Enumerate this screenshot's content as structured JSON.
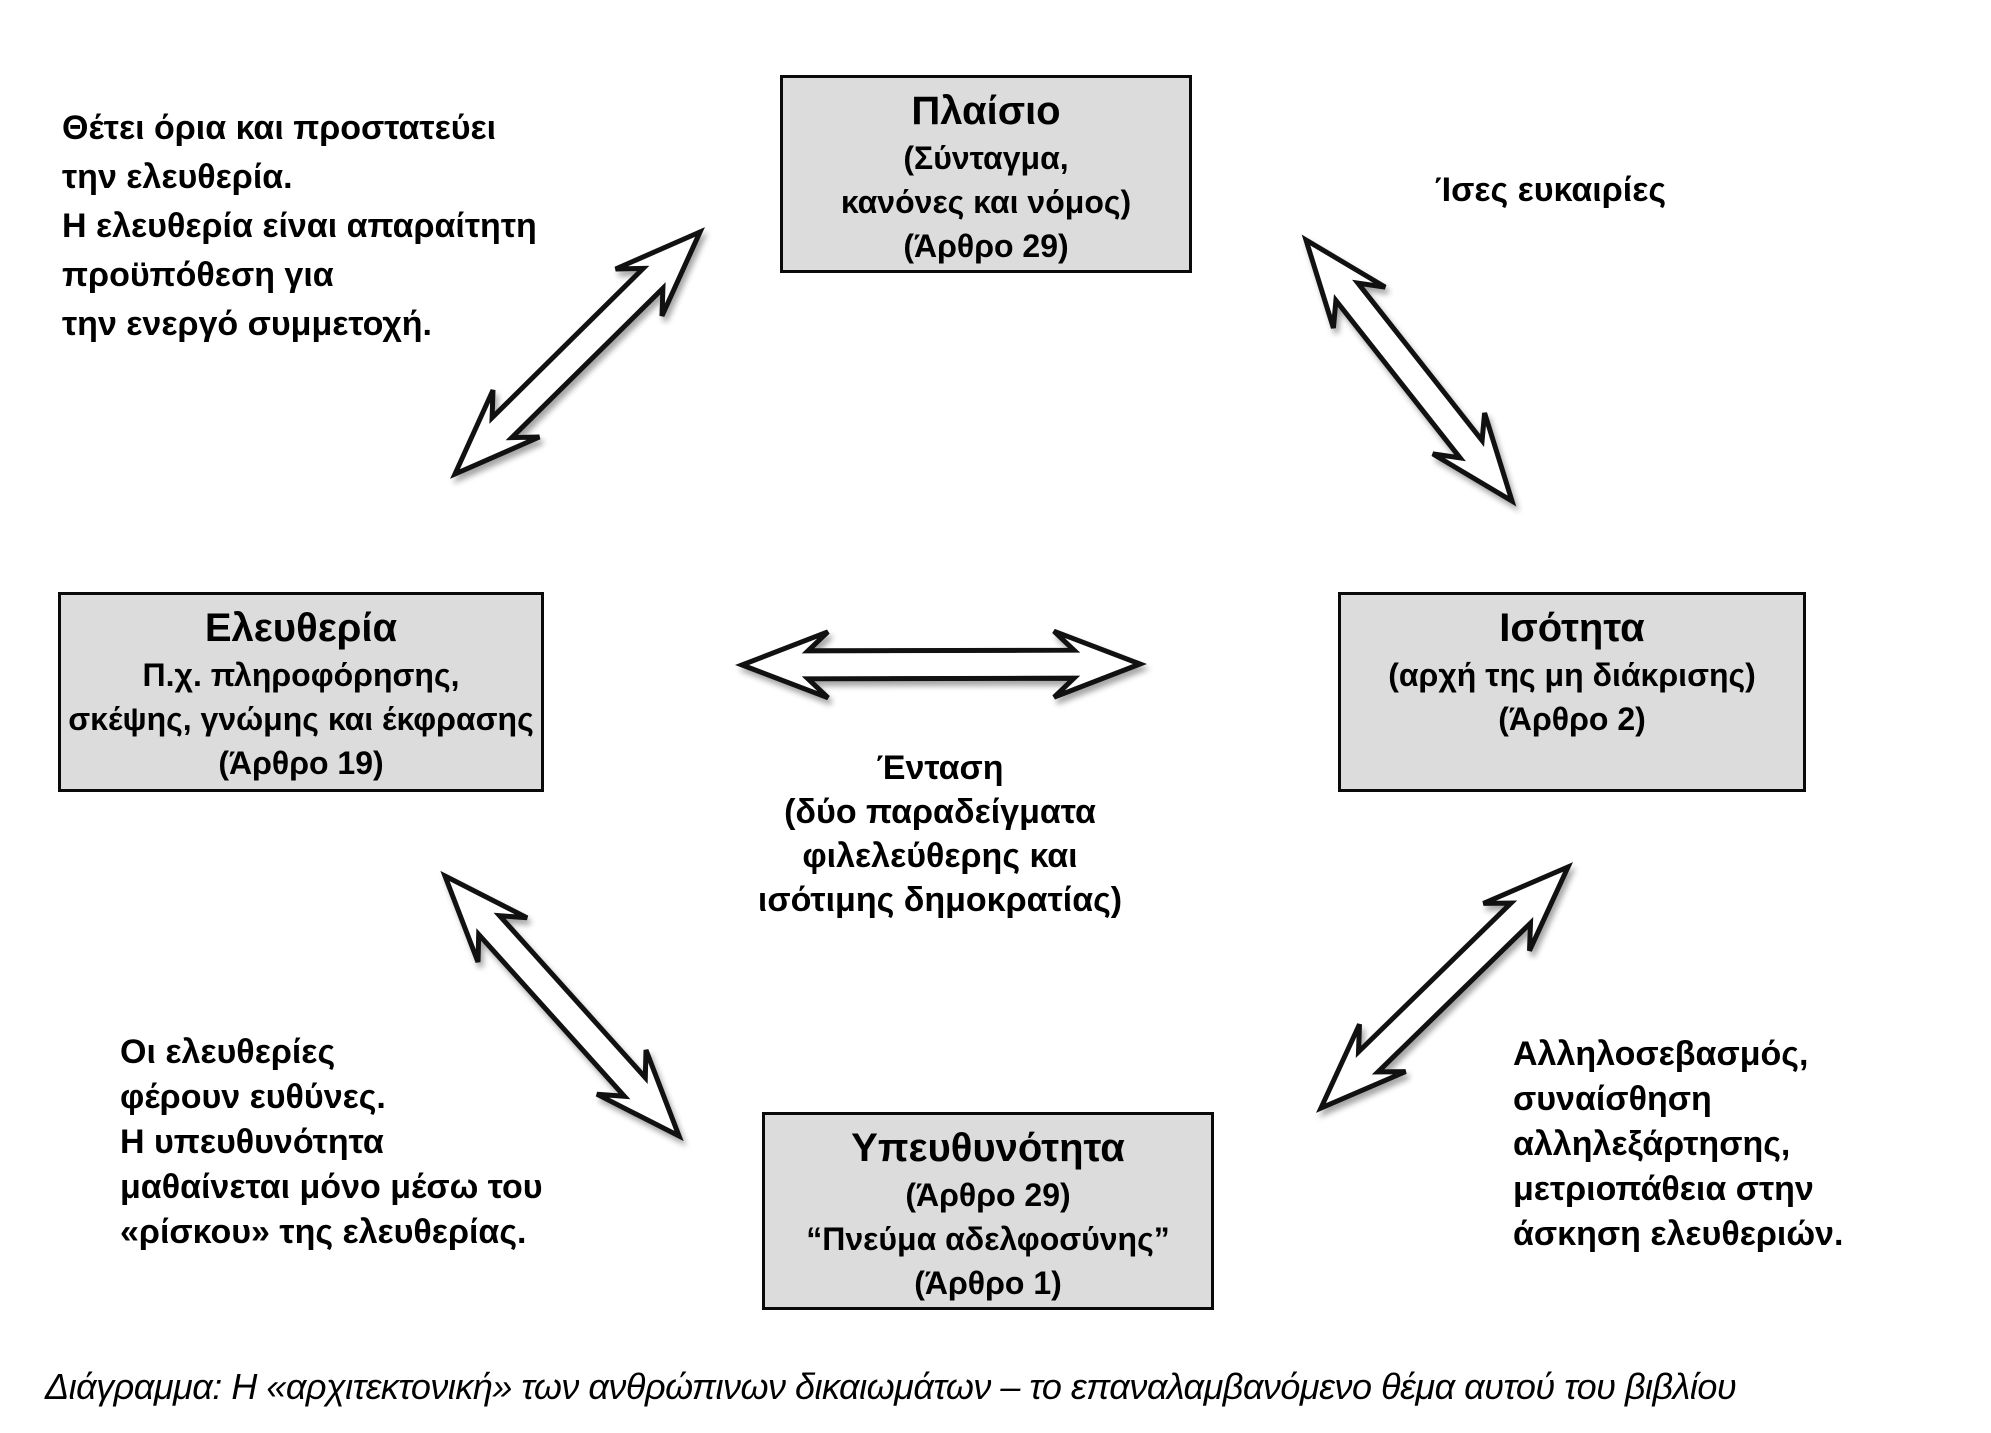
{
  "diagram": {
    "boxes": {
      "top": {
        "title": "Πλαίσιο",
        "lines": [
          "(Σύνταγμα,",
          "κανόνες και νόμος)",
          "(Άρθρο 29)"
        ]
      },
      "left": {
        "title": "Ελευθερία",
        "lines": [
          "Π.χ. πληροφόρησης,",
          "σκέψης, γνώμης και έκφρασης",
          "(Άρθρο 19)"
        ]
      },
      "right": {
        "title": "Ισότητα",
        "lines": [
          "(αρχή της μη διάκρισης)",
          "(Άρθρο 2)"
        ]
      },
      "bottom": {
        "title": "Υπευθυνότητα",
        "lines": [
          "(Άρθρο 29)",
          "“Πνεύμα αδελφοσύνης”",
          "(Άρθρο 1)"
        ]
      }
    },
    "annotations": {
      "top_left": {
        "lines": [
          "Θέτει όρια και προστατεύει",
          "την ελευθερία.",
          "Η ελευθερία είναι απαραίτητη",
          "προϋπόθεση για",
          "την ενεργό συμμετοχή."
        ]
      },
      "top_right": {
        "lines": [
          "Ίσες ευκαιρίες"
        ]
      },
      "center": {
        "lines": [
          "Ένταση",
          "(δύο παραδείγματα",
          "φιλελεύθερης και",
          "ισότιμης δημοκρατίας)"
        ]
      },
      "bottom_left": {
        "lines": [
          "Οι ελευθερίες",
          "φέρουν ευθύνες.",
          "Η υπευθυνότητα",
          "μαθαίνεται μόνο μέσω του",
          "«ρίσκου» της ελευθερίας."
        ]
      },
      "bottom_right": {
        "lines": [
          "Αλληλοσεβασμός,",
          "συναίσθηση",
          "αλληλεξάρτησης,",
          "μετριοπάθεια στην",
          "άσκηση ελευθεριών."
        ]
      }
    },
    "caption": "Διάγραμμα: Η «αρχιτεκτονική» των ανθρώπινων δικαιωμάτων – το επαναλαμβανόμενο θέμα αυτού του βιβλίου",
    "arrow_icons": [
      "framework-freedom-double-arrow-icon",
      "framework-equality-double-arrow-icon",
      "freedom-equality-double-arrow-icon",
      "freedom-responsibility-double-arrow-icon",
      "equality-responsibility-double-arrow-icon"
    ],
    "colors": {
      "background": "#ffffff",
      "box_fill": "#dcdcdc",
      "box_border": "#0a0a0a",
      "arrow_fill": "#ffffff",
      "arrow_stroke": "#111111",
      "text": "#000000"
    }
  }
}
